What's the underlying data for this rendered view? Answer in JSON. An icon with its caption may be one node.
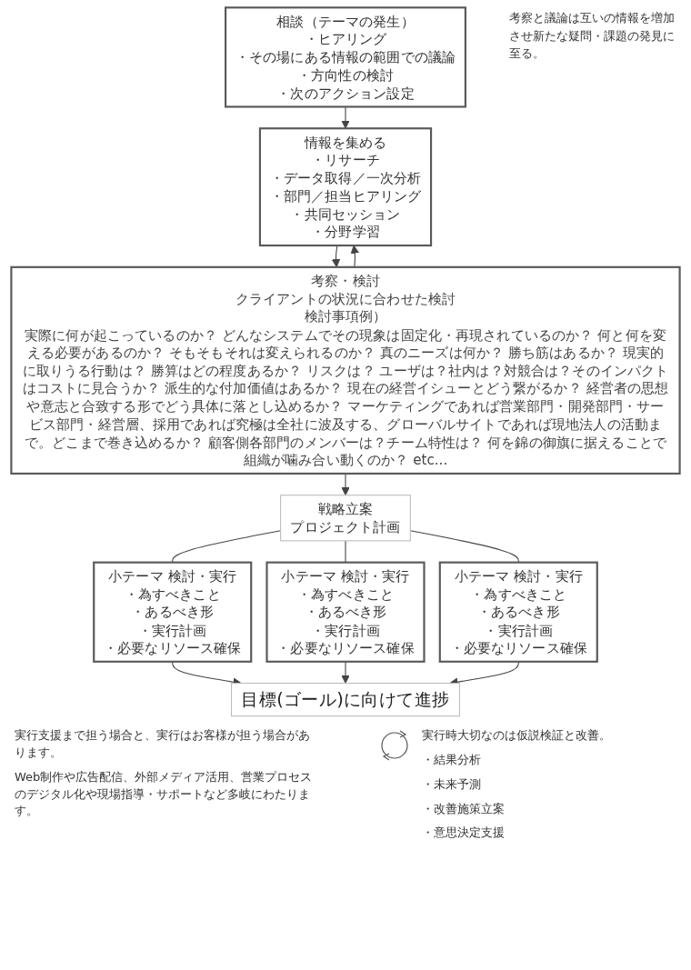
{
  "diagram": {
    "nodes": [
      {
        "text": [
          "相談（テーマの発生）",
          "・ヒアリング",
          "・その場にある情報の範囲での議論",
          "・方向性の検討",
          "・次のアクション設定"
        ]
      },
      {
        "text": [
          "情報を集める",
          "・リサーチ",
          "・データ取得／一次分析",
          "・部門／担当ヒアリング",
          "・共同セッション",
          "・分野学習"
        ]
      },
      {
        "text": [
          "考察・検討",
          "クライアントの状況に合わせた検討",
          "検討事項例）",
          "実際に何が起こっているのか？ どんなシステムでその現象は固定化・再現されているのか？ 何と何を変える必要があるのか？ そもそもそれは変えられるのか？ 真のニーズは何か？ 勝ち筋はあるか？ 現実的に取りうる行動は？ 勝算はどの程度あるか？ リスクは？ ユーザは？社内は？対競合は？そのインパクトはコストに見合うか？ 派生的な付加価値はあるか？ 現在の経営イシューとどう繋がるか？ 経営者の思想や意志と合致する形でどう具体に落とし込めるか？ マーケティングであれば営業部門・開発部門・サービス部門・経営層、採用であれば究極は全社に波及する、グローバルサイトであれば現地法人の活動まで。どこまで巻き込めるか？ 顧客側各部門のメンバーは？チーム特性は？ 何を錦の御旗に据えることで組織が噛み合い動くのか？ etc..."
        ]
      },
      {
        "text": [
          "戦略立案",
          "プロジェクト計画"
        ]
      },
      {
        "text": [
          "小テーマ 検討・実行",
          "・為すべきこと",
          "・あるべき形",
          "・実行計画",
          "・必要なリソース確保"
        ]
      },
      {
        "text": [
          "小テーマ 検討・実行",
          "・為すべきこと",
          "・あるべき形",
          "・実行計画",
          "・必要なリソース確保"
        ]
      },
      {
        "text": [
          "小テーマ 検討・実行",
          "・為すべきこと",
          "・あるべき形",
          "・実行計画",
          "・必要なリソース確保"
        ]
      },
      {
        "text": [
          "目標(ゴール)に向けて進捗"
        ]
      }
    ],
    "edges": [
      {
        "from": 0,
        "to": 1,
        "arrow": "to"
      },
      {
        "from": 1,
        "to": 2,
        "arrow": "to"
      },
      {
        "from": 2,
        "to": 1,
        "arrow": "to"
      },
      {
        "from": 2,
        "to": 3,
        "arrow": "to"
      },
      {
        "from": 3,
        "to": 4,
        "arrow": "none"
      },
      {
        "from": 3,
        "to": 5,
        "arrow": "none"
      },
      {
        "from": 3,
        "to": 6,
        "arrow": "none"
      },
      {
        "from": 4,
        "to": 7,
        "arrow": "to"
      },
      {
        "from": 5,
        "to": 7,
        "arrow": "to"
      },
      {
        "from": 6,
        "to": 7,
        "arrow": "to"
      }
    ],
    "labels": [
      "考察と議論は互いの情報を増加させ新たな疑問・課題の発見に至る。",
      "実行支援まで担う場合と、実行はお客様が担う場合があります。",
      "Web制作や広告配信、外部メディア活用、営業プロセスのデジタル化や現場指導・サポートなど多岐にわたります。",
      "実行時大切なのは仮説検証と改善。",
      "・結果分析",
      "・未来予測",
      "・改善施策立案",
      "・意思決定支援"
    ]
  }
}
